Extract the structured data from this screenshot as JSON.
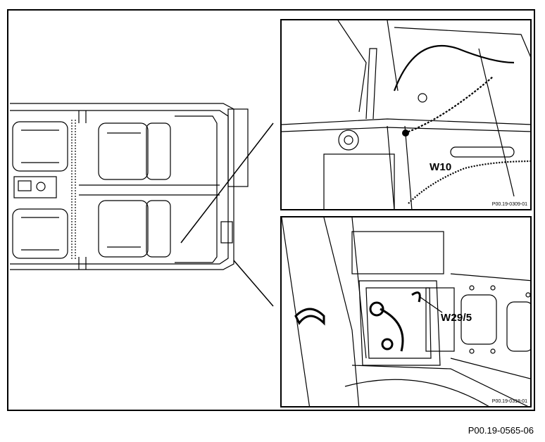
{
  "callouts": {
    "top": "W10",
    "bottom": "W29/5"
  },
  "panel_codes": {
    "top": "P00.19-0309-01",
    "bottom": "P00.19-0318-01"
  },
  "figure_id": "P00.19-0565-06"
}
